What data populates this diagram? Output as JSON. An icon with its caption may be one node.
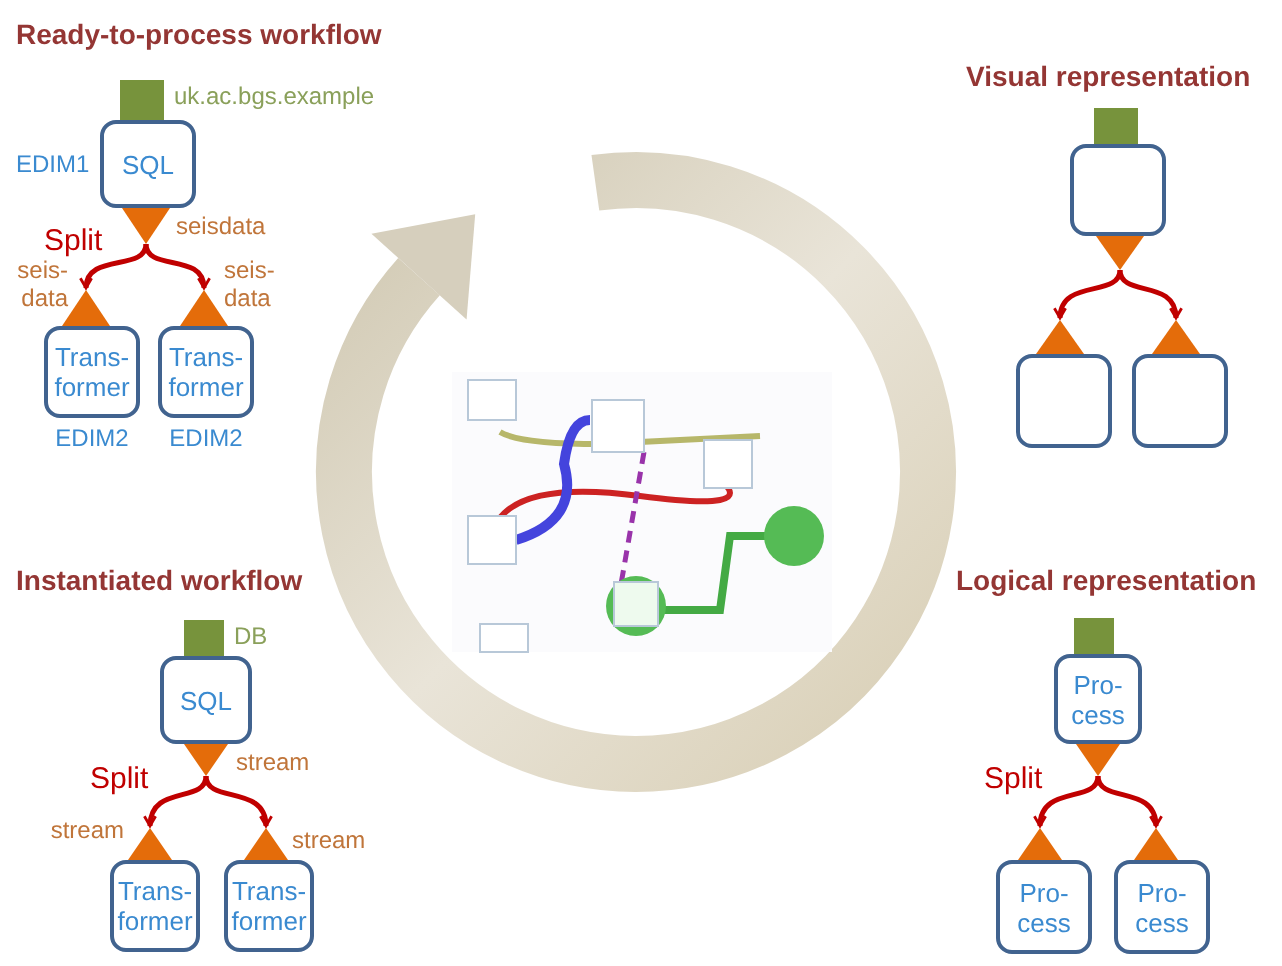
{
  "diagram": {
    "nodes": [
      {
        "text": [],
        "shape": "square",
        "beside": [
          "uk.ac.bgs.example"
        ]
      },
      {
        "text": [
          "SQL"
        ],
        "beside": [
          "EDIM1"
        ]
      },
      {
        "text": [],
        "shape": "triangle",
        "beside": [
          "seisdata"
        ]
      },
      {
        "text": [],
        "shape": "triangle",
        "beside": [
          "seis- data"
        ]
      },
      {
        "text": [],
        "shape": "triangle",
        "beside": [
          "seis- data"
        ]
      },
      {
        "text": [
          "Trans- former"
        ],
        "beside": [
          "EDIM2"
        ]
      },
      {
        "text": [
          "Trans- former"
        ],
        "beside": [
          "EDIM2"
        ]
      },
      {
        "text": [],
        "shape": "square"
      },
      {
        "text": [],
        "shape": "box"
      },
      {
        "text": [],
        "shape": "triangle"
      },
      {
        "text": [],
        "shape": "triangle"
      },
      {
        "text": [],
        "shape": "triangle"
      },
      {
        "text": [],
        "shape": "box"
      },
      {
        "text": [],
        "shape": "box"
      },
      {
        "text": [],
        "shape": "square",
        "beside": [
          "DB"
        ]
      },
      {
        "text": [
          "SQL"
        ]
      },
      {
        "text": [],
        "shape": "triangle",
        "beside": [
          "stream"
        ]
      },
      {
        "text": [],
        "shape": "triangle",
        "beside": [
          "stream"
        ]
      },
      {
        "text": [],
        "shape": "triangle",
        "beside": [
          "stream"
        ]
      },
      {
        "text": [
          "Trans- former"
        ]
      },
      {
        "text": [
          "Trans- former"
        ]
      },
      {
        "text": [],
        "shape": "square"
      },
      {
        "text": [
          "Pro- cess"
        ]
      },
      {
        "text": [],
        "shape": "triangle"
      },
      {
        "text": [],
        "shape": "triangle"
      },
      {
        "text": [],
        "shape": "triangle"
      },
      {
        "text": [
          "Pro- cess"
        ]
      },
      {
        "text": [
          "Pro- cess"
        ]
      }
    ],
    "edges": [
      {
        "from": 2,
        "to": 3,
        "arrow": "to"
      },
      {
        "from": 2,
        "to": 4,
        "arrow": "to"
      },
      {
        "from": 9,
        "to": 10,
        "arrow": "to"
      },
      {
        "from": 9,
        "to": 11,
        "arrow": "to"
      },
      {
        "from": 16,
        "to": 17,
        "arrow": "to"
      },
      {
        "from": 16,
        "to": 18,
        "arrow": "to"
      },
      {
        "from": 23,
        "to": 24,
        "arrow": "to"
      },
      {
        "from": 23,
        "to": 25,
        "arrow": "to"
      }
    ],
    "labels": [
      "Ready-to-process workflow",
      "Visual representation",
      "Split",
      "Instantiated workflow",
      "Logical representation",
      "Split",
      "Split"
    ]
  }
}
